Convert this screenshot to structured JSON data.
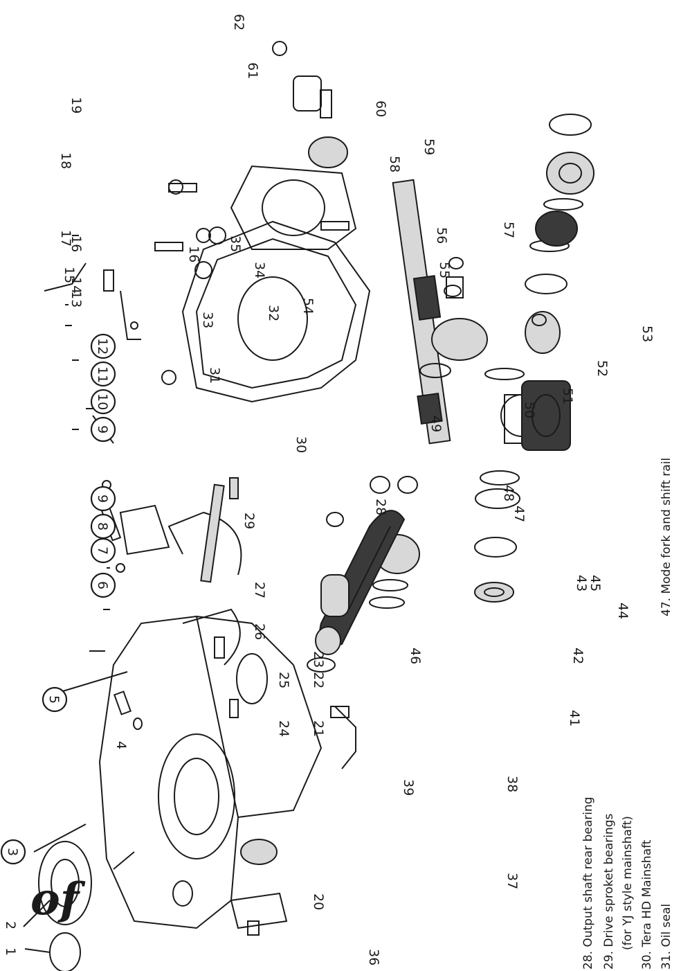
{
  "brand_mark": "of",
  "callouts": [
    "1",
    "2",
    "3",
    "4",
    "5",
    "6",
    "7",
    "8",
    "9",
    "10",
    "11",
    "12",
    "13",
    "14",
    "15",
    "16",
    "17",
    "18",
    "19",
    "20",
    "21",
    "22",
    "23",
    "24",
    "25",
    "26",
    "27",
    "28",
    "29",
    "30",
    "31",
    "32",
    "33",
    "34",
    "35",
    "36",
    "37",
    "38",
    "39",
    "41",
    "42",
    "43",
    "44",
    "45",
    "46",
    "47",
    "48",
    "49",
    "50",
    "51",
    "52",
    "53",
    "54",
    "55",
    "56",
    "57",
    "58",
    "59",
    "60",
    "61",
    "62"
  ],
  "legend": [
    "28.  Output shaft rear bearing",
    "29.  Drive sproket bearings",
    "(for YJ style mainshaft)",
    "30.  Tera HD Mainshaft",
    "31.  Oil seal",
    "47.  Mode fork and shift rail"
  ]
}
